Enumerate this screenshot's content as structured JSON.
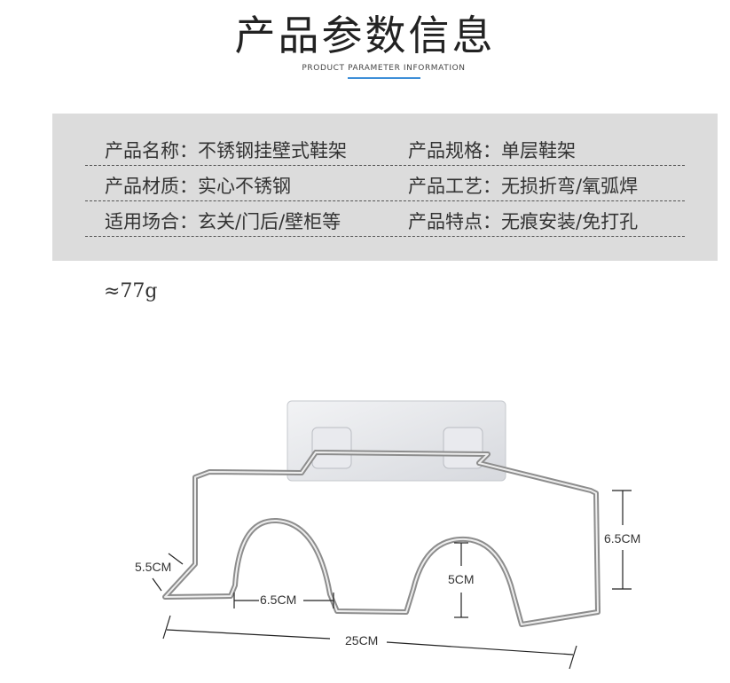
{
  "header": {
    "title": "产品参数信息",
    "subtitle": "PRODUCT PARAMETER INFORMATION"
  },
  "params": [
    {
      "left": "产品名称：不锈钢挂壁式鞋架",
      "right": "产品规格：单层鞋架"
    },
    {
      "left": "产品材质：实心不锈钢",
      "right": "产品工艺：无损折弯/氧弧焊"
    },
    {
      "left": "适用场合：玄关/门后/壁柜等",
      "right": "产品特点：无痕安装/免打孔"
    }
  ],
  "weight": "≈77g",
  "dimensions": {
    "depth": "5.5CM",
    "gap": "6.5CM",
    "arch_height": "5CM",
    "height": "6.5CM",
    "length": "25CM"
  },
  "colors": {
    "accent": "#3e8fd8",
    "panel": "#dcdcdc"
  }
}
